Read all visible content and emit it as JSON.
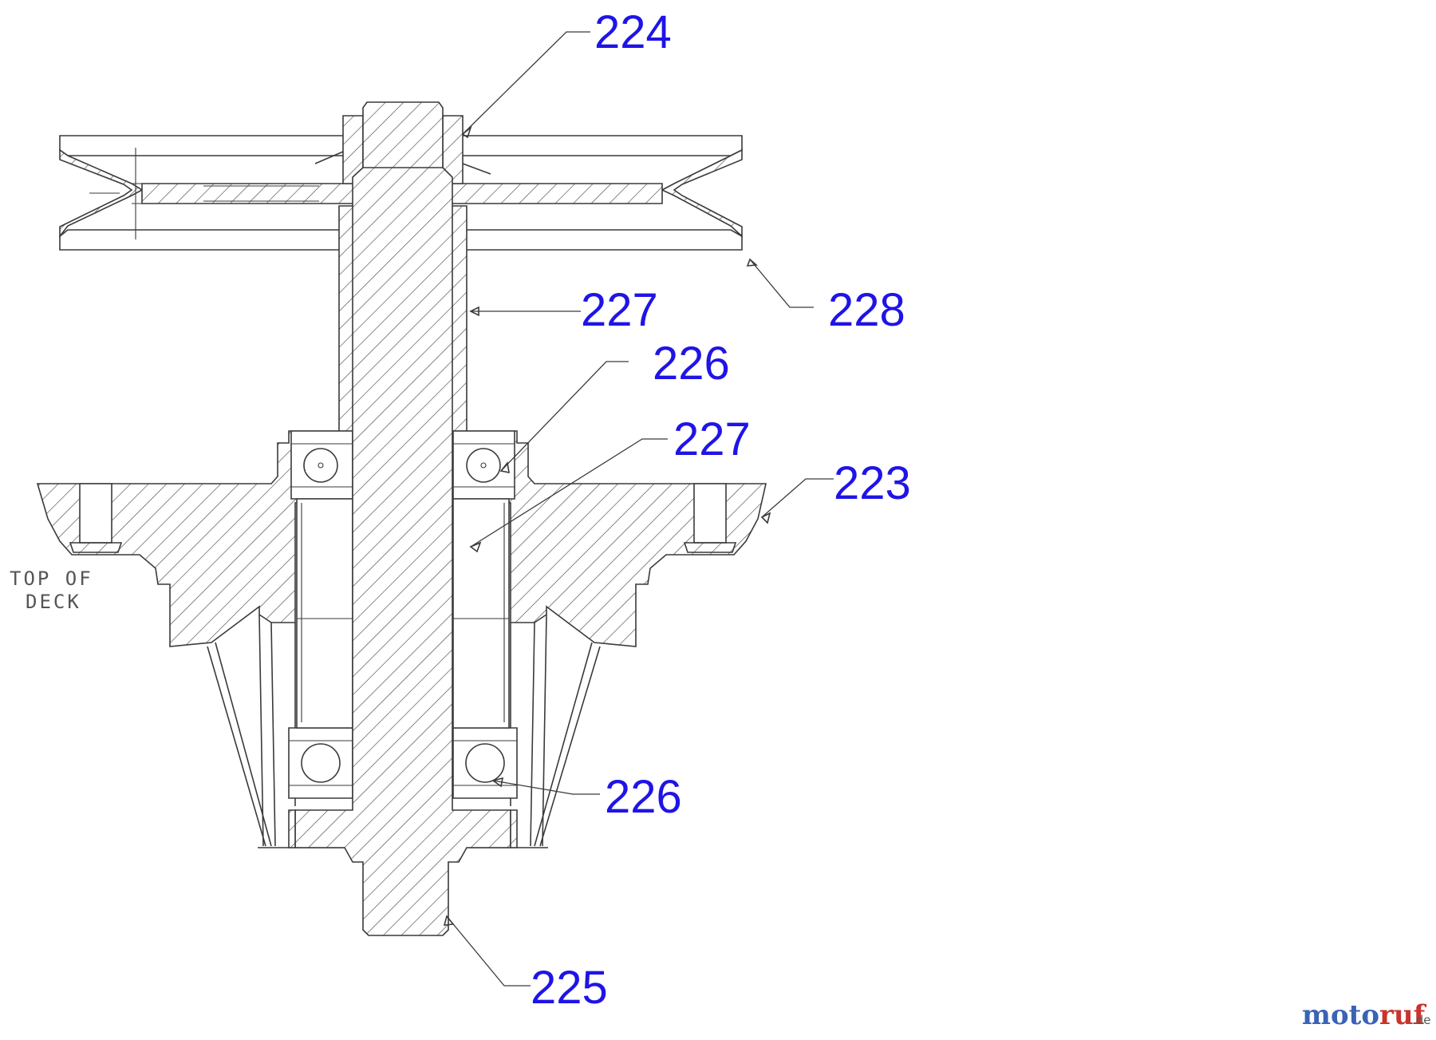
{
  "diagram": {
    "callouts": {
      "c224": "224",
      "c228": "228",
      "c227_upper": "227",
      "c226_upper": "226",
      "c227_middle": "227",
      "c223": "223",
      "c226_lower": "226",
      "c225": "225"
    },
    "deck_label": {
      "line1": "TOP OF",
      "line2": "DECK"
    },
    "colors": {
      "callout": "#1f14e6",
      "linework": "#3a3a3a",
      "background": "#ffffff"
    }
  },
  "watermark": {
    "brand_part1": "moto",
    "brand_part2": "ruf",
    "suffix": ".de",
    "colors": [
      "#3a63b6",
      "#c8342b",
      "#3d9a3f",
      "#e3a21a"
    ]
  }
}
